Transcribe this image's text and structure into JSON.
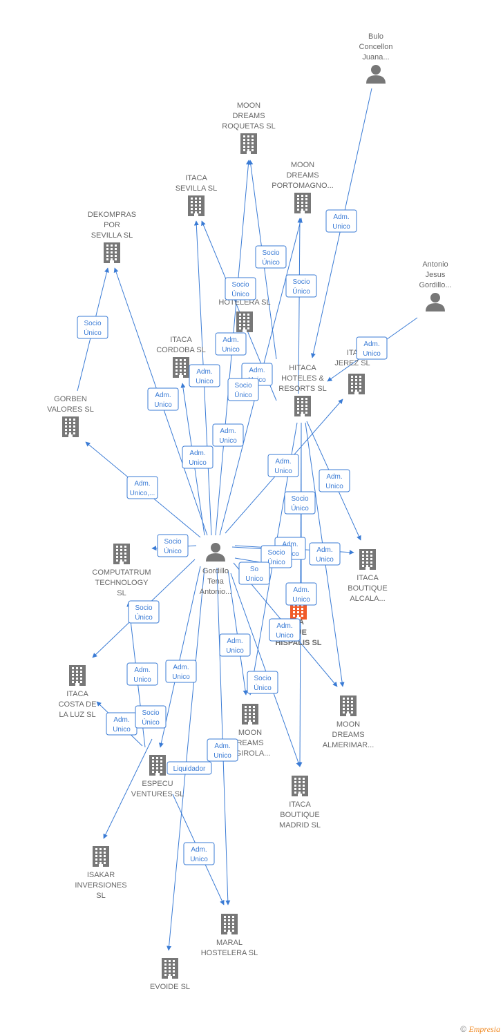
{
  "nodes": [
    {
      "id": "gordillo",
      "type": "person",
      "label": [
        "Gordillo",
        "Tena",
        "Antonio..."
      ]
    },
    {
      "id": "bulo",
      "type": "person",
      "label": [
        "Bulo",
        "Concellon",
        "Juana..."
      ]
    },
    {
      "id": "antonio_jesus",
      "type": "person",
      "label": [
        "Antonio",
        "Jesus",
        "Gordillo..."
      ]
    },
    {
      "id": "moon_roquetas",
      "type": "company",
      "label": [
        "MOON",
        "DREAMS",
        "ROQUETAS  SL"
      ]
    },
    {
      "id": "moon_portomagno",
      "type": "company",
      "label": [
        "MOON",
        "DREAMS",
        "PORTOMAGNO..."
      ]
    },
    {
      "id": "itaca_sevilla",
      "type": "company",
      "label": [
        "ITACA",
        "SEVILLA  SL"
      ]
    },
    {
      "id": "dekompras",
      "type": "company",
      "label": [
        "DEKOMPRAS",
        "POR",
        "SEVILLA SL"
      ]
    },
    {
      "id": "itaca_hotelera",
      "type": "company",
      "label": [
        "R",
        "HOTELERA  SL"
      ]
    },
    {
      "id": "itaca_cordoba",
      "type": "company",
      "label": [
        "ITACA",
        "CORDOBA  SL"
      ]
    },
    {
      "id": "hitaca",
      "type": "company",
      "label": [
        "HITACA",
        "HOTELES &",
        "RESORTS SL"
      ]
    },
    {
      "id": "itaca_jerez",
      "type": "company",
      "label": [
        "ITA",
        "JEREZ  SL"
      ]
    },
    {
      "id": "gorben",
      "type": "company",
      "label": [
        "GORBEN",
        "VALORES  SL"
      ]
    },
    {
      "id": "computatrum",
      "type": "company",
      "label": [
        "COMPUTATRUM",
        "TECHNOLOGY",
        "SL"
      ]
    },
    {
      "id": "itaca_alcala",
      "type": "company",
      "label": [
        "ITACA",
        "BOUTIQUE",
        "ALCALA..."
      ]
    },
    {
      "id": "itaca_hispalis",
      "type": "company_hl",
      "label": [
        "CA",
        "QUE",
        "HISPALIS  SL"
      ]
    },
    {
      "id": "itaca_costa",
      "type": "company",
      "label": [
        "ITACA",
        "COSTA DE",
        "LA LUZ  SL"
      ]
    },
    {
      "id": "moon_fuengirola",
      "type": "company",
      "label": [
        "MOON",
        "REAMS",
        "NGIROLA..."
      ]
    },
    {
      "id": "moon_almerimar",
      "type": "company",
      "label": [
        "MOON",
        "DREAMS",
        "ALMERIMAR..."
      ]
    },
    {
      "id": "especu",
      "type": "company",
      "label": [
        "ESPECU",
        "VENTURES  SL"
      ]
    },
    {
      "id": "itaca_madrid",
      "type": "company",
      "label": [
        "ITACA",
        "BOUTIQUE",
        "MADRID  SL"
      ]
    },
    {
      "id": "isakar",
      "type": "company",
      "label": [
        "ISAKAR",
        "INVERSIONES",
        "SL"
      ]
    },
    {
      "id": "maral",
      "type": "company",
      "label": [
        "MARAL",
        "HOSTELERA SL"
      ]
    },
    {
      "id": "evoide",
      "type": "company",
      "label": [
        "EVOIDE  SL"
      ]
    }
  ],
  "relations": [
    {
      "label": [
        "Adm.",
        "Unico"
      ]
    },
    {
      "label": [
        "Socio",
        "Único"
      ]
    },
    {
      "label": [
        "Socio",
        "Único"
      ]
    },
    {
      "label": [
        "Socio",
        "Único"
      ]
    },
    {
      "label": [
        "Socio",
        "Único"
      ]
    },
    {
      "label": [
        "Adm.",
        "Unico"
      ]
    },
    {
      "label": [
        "Adm.",
        "Unico"
      ]
    },
    {
      "label": [
        "Adm.",
        "Unico"
      ]
    },
    {
      "label": [
        "Adm.",
        "Unico"
      ]
    },
    {
      "label": [
        "Socio",
        "Único"
      ]
    },
    {
      "label": [
        "Adm.",
        "Unico"
      ]
    },
    {
      "label": [
        "Adm.",
        "Unico"
      ]
    },
    {
      "label": [
        "Adm.",
        "Unico"
      ]
    },
    {
      "label": [
        "Adm.",
        "Unico"
      ]
    },
    {
      "label": [
        "Adm.",
        "Unico,..."
      ]
    },
    {
      "label": [
        "Adm.",
        "Unico"
      ]
    },
    {
      "label": [
        "Socio",
        "Único"
      ]
    },
    {
      "label": [
        "Socio",
        "Único"
      ]
    },
    {
      "label": [
        "Adm.",
        "Unico"
      ]
    },
    {
      "label": [
        "Adm.",
        "Unico"
      ]
    },
    {
      "label": [
        "Socio",
        "Único"
      ]
    },
    {
      "label": [
        "So",
        "Unico"
      ]
    },
    {
      "label": [
        "Adm.",
        "Unico"
      ]
    },
    {
      "label": [
        "Socio",
        "Único"
      ]
    },
    {
      "label": [
        "Adm.",
        "Unico"
      ]
    },
    {
      "label": [
        "Adm.",
        "Unico"
      ]
    },
    {
      "label": [
        "Adm.",
        "Unico"
      ]
    },
    {
      "label": [
        "Adm.",
        "Unico"
      ]
    },
    {
      "label": [
        "Socio",
        "Único"
      ]
    },
    {
      "label": [
        "Adm.",
        "Unico"
      ]
    },
    {
      "label": [
        "Socio",
        "Único"
      ]
    },
    {
      "label": [
        "Adm.",
        "Unico"
      ]
    },
    {
      "label": [
        "Liquidador"
      ]
    },
    {
      "label": [
        "Adm.",
        "Unico"
      ]
    },
    {
      "label": [
        "Socio",
        "Único"
      ]
    }
  ],
  "footer": {
    "copyright": "©",
    "brand": "Empresia"
  },
  "colors": {
    "edge": "#3a7bd5",
    "node": "#777777",
    "highlight": "#f05a28"
  }
}
